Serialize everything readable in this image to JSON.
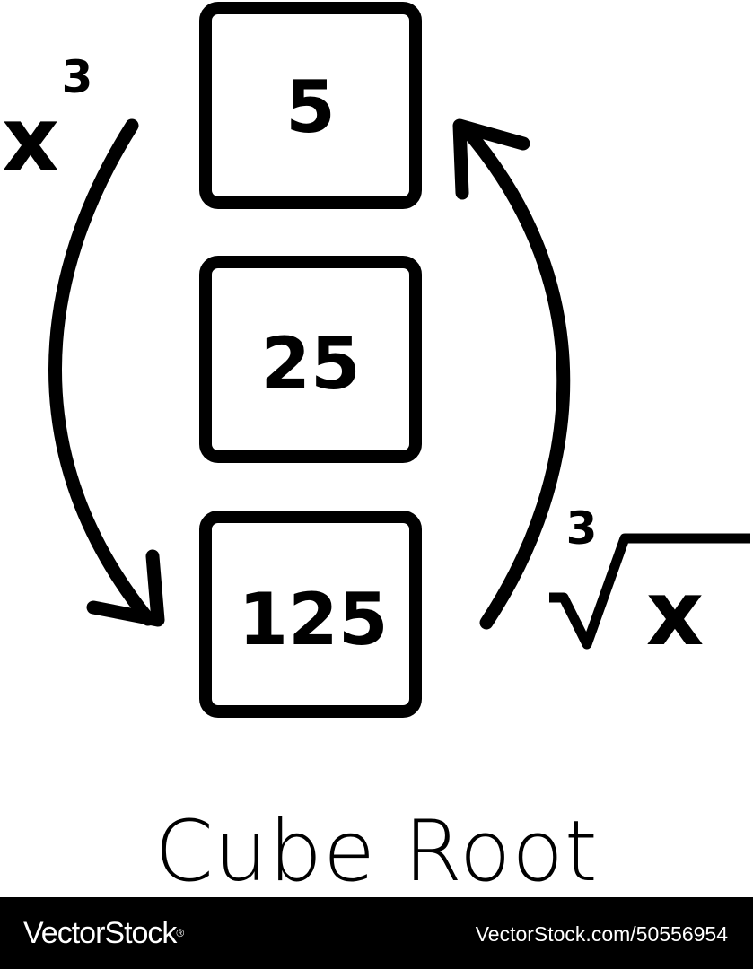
{
  "diagram": {
    "boxes": [
      {
        "label": "5"
      },
      {
        "label": "25"
      },
      {
        "label": "125"
      }
    ],
    "cube_label": {
      "base": "x",
      "exponent": "3"
    },
    "root_label": {
      "index": "3",
      "radical": "√",
      "radicand": "x"
    }
  },
  "caption": {
    "title": "Cube Root"
  },
  "footer": {
    "brand": "VectorStock",
    "registered_mark": "®",
    "image_id": "VectorStock.com/50556954"
  },
  "colors": {
    "ink": "#000000",
    "background": "#ffffff",
    "footer_bg": "#000000",
    "footer_text": "#ffffff"
  }
}
